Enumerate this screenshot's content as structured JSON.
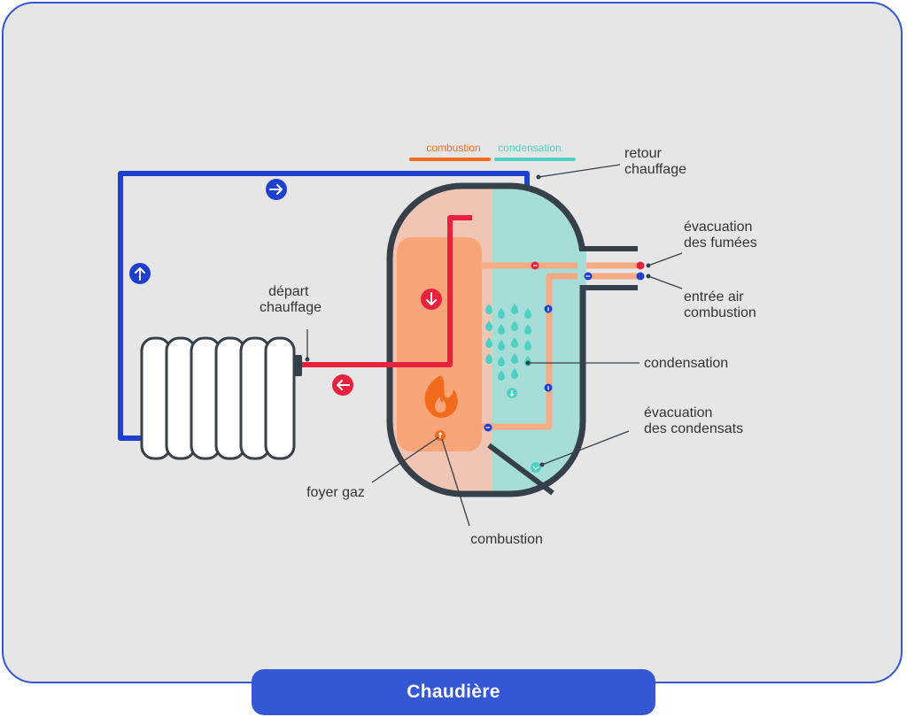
{
  "title": "Chaudière",
  "legend": {
    "combustion": "combustion",
    "condensation": "condensation"
  },
  "labels": {
    "retour_line1": "retour",
    "retour_line2": "chauffage",
    "depart_line1": "départ",
    "depart_line2": "chauffage",
    "fumees_line1": "évacuation",
    "fumees_line2": "des fumées",
    "air_line1": "entrée air",
    "air_line2": "combustion",
    "condensation": "condensation",
    "condensats_line1": "évacuation",
    "condensats_line2": "des condensats",
    "foyer": "foyer gaz",
    "combustion": "combustion"
  },
  "colors": {
    "frame_blue": "#3457d5",
    "return_pipe": "#1f3fcf",
    "hot_pipe": "#e8213e",
    "combustion_orange": "#f26a1b",
    "condensation_teal": "#4fd0c4",
    "tank_outline": "#36404a",
    "chamber_fill": "#f8a57a",
    "tank_left_fill": "#f0c5b3",
    "tank_right_fill": "#a7ddd8"
  }
}
